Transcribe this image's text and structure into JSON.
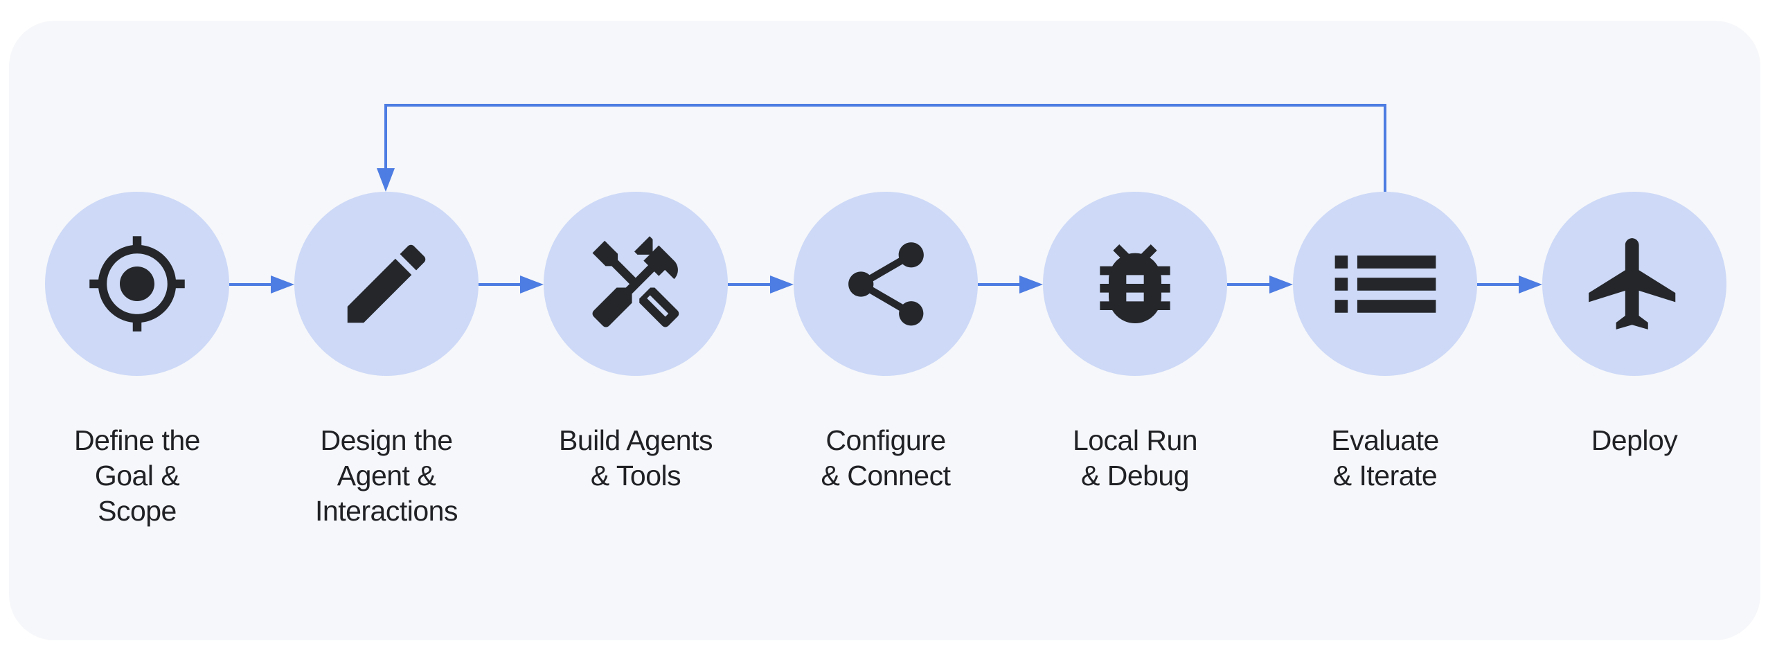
{
  "colors": {
    "page_bg": "#ffffff",
    "panel_bg": "#f6f7fa",
    "circle_fill": "#cdd9f7",
    "icon": "#242629",
    "arrow": "#4d7ce2",
    "label": "#202124"
  },
  "steps": [
    {
      "name": "define-the-goal-and-scope",
      "label": "Define the\nGoal &\nScope",
      "icon": "target-icon"
    },
    {
      "name": "design-the-agent-and-interactions",
      "label": "Design the\nAgent &\nInteractions",
      "icon": "pencil-icon"
    },
    {
      "name": "build-agents-and-tools",
      "label": "Build Agents\n& Tools",
      "icon": "tools-icon"
    },
    {
      "name": "configure-and-connect",
      "label": "Configure\n& Connect",
      "icon": "share-icon"
    },
    {
      "name": "local-run-and-debug",
      "label": "Local Run\n& Debug",
      "icon": "bug-icon"
    },
    {
      "name": "evaluate-and-iterate",
      "label": "Evaluate\n& Iterate",
      "icon": "list-icon"
    },
    {
      "name": "deploy",
      "label": "Deploy",
      "icon": "plane-icon"
    }
  ],
  "flow": {
    "direction": "left-to-right",
    "feedback_loop": {
      "from": "Evaluate & Iterate",
      "to": "Design the Agent & Interactions"
    }
  }
}
